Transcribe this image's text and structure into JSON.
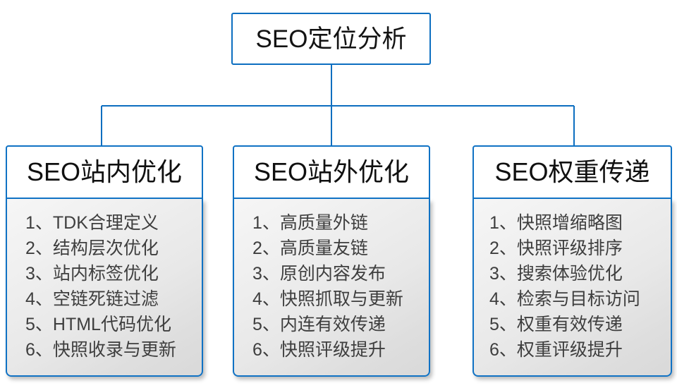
{
  "diagram": {
    "type": "org-chart",
    "title": "SEO定位分析",
    "accent_color": "#0c6ec0",
    "root": {
      "label": "SEO定位分析"
    },
    "branches": [
      {
        "id": "on-site",
        "title": "SEO站内优化",
        "items": [
          "1、TDK合理定义",
          "2、结构层次优化",
          "3、站内标签优化",
          "4、空链死链过滤",
          "5、HTML代码优化",
          "6、快照收录与更新"
        ]
      },
      {
        "id": "off-site",
        "title": "SEO站外优化",
        "items": [
          "1、高质量外链",
          "2、高质量友链",
          "3、原创内容发布",
          "4、快照抓取与更新",
          "5、内连有效传递",
          "6、快照评级提升"
        ]
      },
      {
        "id": "weight-transfer",
        "title": "SEO权重传递",
        "items": [
          "1、快照增缩略图",
          "2、快照评级排序",
          "3、搜索体验优化",
          "4、检索与目标访问",
          "5、权重有效传递",
          "6、权重评级提升"
        ]
      }
    ]
  }
}
